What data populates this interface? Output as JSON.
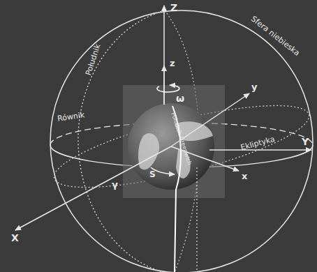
{
  "diagram": {
    "labels": [
      "Z",
      "Sfera niebieska",
      "Południk",
      "z",
      "ω",
      "y",
      "Równik",
      "Ekliptyka",
      "Y",
      "x",
      "γ",
      "S",
      "X",
      "Południk Greenwich"
    ]
  }
}
